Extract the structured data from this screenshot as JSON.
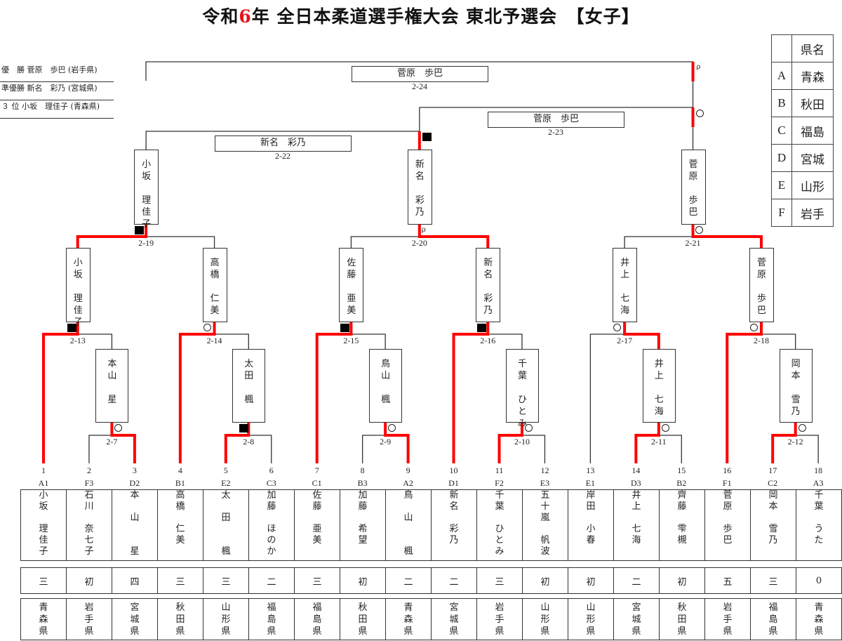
{
  "title": {
    "prefix": "令和",
    "year": "6",
    "suffix": "年 全日本柔道選手権大会 東北予選会　【女子】"
  },
  "results": [
    {
      "rank": "優　勝",
      "name": "菅原　歩巴",
      "pref": "(岩手県)"
    },
    {
      "rank": "準優勝",
      "name": "新名　彩乃",
      "pref": "(宮城県)"
    },
    {
      "rank": "３ 位",
      "name": "小坂　理佳子",
      "pref": "(青森県)"
    }
  ],
  "legend": {
    "header": "県名",
    "rows": [
      {
        "code": "A",
        "pref": "青森"
      },
      {
        "code": "B",
        "pref": "秋田"
      },
      {
        "code": "C",
        "pref": "福島"
      },
      {
        "code": "D",
        "pref": "宮城"
      },
      {
        "code": "E",
        "pref": "山形"
      },
      {
        "code": "F",
        "pref": "岩手"
      }
    ]
  },
  "colors": {
    "win_line": "#ff0000",
    "line": "#333333",
    "title_accent": "#e8141b"
  },
  "competitors": [
    {
      "no": "1",
      "code": "A1",
      "name": [
        "小",
        "坂",
        "",
        "理",
        "佳",
        "子"
      ],
      "grade": "三",
      "pref": [
        "青",
        "森",
        "県"
      ]
    },
    {
      "no": "2",
      "code": "F3",
      "name": [
        "石",
        "川",
        "",
        "奈",
        "七",
        "子"
      ],
      "grade": "初",
      "pref": [
        "岩",
        "手",
        "県"
      ]
    },
    {
      "no": "3",
      "code": "D2",
      "name": [
        "本",
        "",
        "山",
        "",
        "",
        "星"
      ],
      "grade": "四",
      "pref": [
        "宮",
        "城",
        "県"
      ]
    },
    {
      "no": "4",
      "code": "B1",
      "name": [
        "高",
        "橋",
        "",
        "仁",
        "美"
      ],
      "grade": "三",
      "pref": [
        "秋",
        "田",
        "県"
      ]
    },
    {
      "no": "5",
      "code": "E2",
      "name": [
        "太",
        "",
        "田",
        "",
        "",
        "楓"
      ],
      "grade": "三",
      "pref": [
        "山",
        "形",
        "県"
      ]
    },
    {
      "no": "6",
      "code": "C3",
      "name": [
        "加",
        "藤",
        "",
        "ほ",
        "の",
        "か"
      ],
      "grade": "二",
      "pref": [
        "福",
        "島",
        "県"
      ]
    },
    {
      "no": "7",
      "code": "C1",
      "name": [
        "佐",
        "藤",
        "",
        "亜",
        "美"
      ],
      "grade": "三",
      "pref": [
        "福",
        "島",
        "県"
      ]
    },
    {
      "no": "8",
      "code": "B3",
      "name": [
        "加",
        "藤",
        "",
        "希",
        "望"
      ],
      "grade": "初",
      "pref": [
        "秋",
        "田",
        "県"
      ]
    },
    {
      "no": "9",
      "code": "A2",
      "name": [
        "鳥",
        "",
        "山",
        "",
        "",
        "楓"
      ],
      "grade": "二",
      "pref": [
        "青",
        "森",
        "県"
      ]
    },
    {
      "no": "10",
      "code": "D1",
      "name": [
        "新",
        "名",
        "",
        "彩",
        "乃"
      ],
      "grade": "二",
      "pref": [
        "宮",
        "城",
        "県"
      ]
    },
    {
      "no": "11",
      "code": "F2",
      "name": [
        "千",
        "葉",
        "",
        "ひ",
        "と",
        "み"
      ],
      "grade": "三",
      "pref": [
        "岩",
        "手",
        "県"
      ]
    },
    {
      "no": "12",
      "code": "E3",
      "name": [
        "五",
        "十",
        "嵐",
        "",
        "帆",
        "波"
      ],
      "grade": "初",
      "pref": [
        "山",
        "形",
        "県"
      ]
    },
    {
      "no": "13",
      "code": "E1",
      "name": [
        "岸",
        "田",
        "",
        "小",
        "春"
      ],
      "grade": "初",
      "pref": [
        "山",
        "形",
        "県"
      ]
    },
    {
      "no": "14",
      "code": "D3",
      "name": [
        "井",
        "上",
        "",
        "七",
        "海"
      ],
      "grade": "二",
      "pref": [
        "宮",
        "城",
        "県"
      ]
    },
    {
      "no": "15",
      "code": "B2",
      "name": [
        "齊",
        "藤",
        "",
        "雫",
        "槻"
      ],
      "grade": "初",
      "pref": [
        "秋",
        "田",
        "県"
      ]
    },
    {
      "no": "16",
      "code": "F1",
      "name": [
        "菅",
        "原",
        "",
        "歩",
        "巴"
      ],
      "grade": "五",
      "pref": [
        "岩",
        "手",
        "県"
      ]
    },
    {
      "no": "17",
      "code": "C2",
      "name": [
        "岡",
        "本",
        "",
        "雪",
        "乃"
      ],
      "grade": "三",
      "pref": [
        "福",
        "島",
        "県"
      ]
    },
    {
      "no": "18",
      "code": "A3",
      "name": [
        "千",
        "葉",
        "",
        "う",
        "た"
      ],
      "grade": "0",
      "pref": [
        "青",
        "森",
        "県"
      ]
    }
  ],
  "matches": [
    {
      "id": "2-7",
      "winner": [
        "本",
        "山",
        "",
        "星"
      ],
      "mark": "○"
    },
    {
      "id": "2-8",
      "winner": [
        "太",
        "田",
        "",
        "楓"
      ],
      "mark": "■"
    },
    {
      "id": "2-9",
      "winner": [
        "鳥",
        "山",
        "",
        "楓"
      ],
      "mark": "○"
    },
    {
      "id": "2-10",
      "winner": [
        "千",
        "葉",
        "",
        "ひ",
        "と",
        "み"
      ],
      "mark": "○"
    },
    {
      "id": "2-11",
      "winner": [
        "井",
        "上",
        "",
        "七",
        "海"
      ],
      "mark": "○"
    },
    {
      "id": "2-12",
      "winner": [
        "岡",
        "本",
        "",
        "雪",
        "乃"
      ],
      "mark": "○"
    },
    {
      "id": "2-13",
      "winner": [
        "小",
        "坂",
        "",
        "理",
        "佳",
        "子"
      ],
      "mark": "■"
    },
    {
      "id": "2-14",
      "winner": [
        "高",
        "橋",
        "",
        "仁",
        "美"
      ],
      "mark": "○"
    },
    {
      "id": "2-15",
      "winner": [
        "佐",
        "藤",
        "",
        "亜",
        "美"
      ],
      "mark": "■"
    },
    {
      "id": "2-16",
      "winner": [
        "新",
        "名",
        "",
        "彩",
        "乃"
      ],
      "mark": "■"
    },
    {
      "id": "2-17",
      "winner": [
        "井",
        "上",
        "",
        "七",
        "海"
      ],
      "mark": "○"
    },
    {
      "id": "2-18",
      "winner": [
        "菅",
        "原",
        "",
        "歩",
        "巴"
      ],
      "mark": "○"
    },
    {
      "id": "2-19",
      "winner": [
        "小",
        "坂",
        "",
        "理",
        "佳",
        "子"
      ],
      "mark": "■"
    },
    {
      "id": "2-20",
      "winner": [
        "新",
        "名",
        "",
        "彩",
        "乃"
      ],
      "mark": "ρ"
    },
    {
      "id": "2-21",
      "winner": [
        "菅",
        "原",
        "",
        "歩",
        "巴"
      ],
      "mark": "○"
    },
    {
      "id": "2-22",
      "winner": "新名　彩乃",
      "mark": "■"
    },
    {
      "id": "2-23",
      "winner": "菅原　歩巴",
      "mark": "○"
    },
    {
      "id": "2-24",
      "winner": "菅原　歩巴",
      "mark": "ρ"
    }
  ]
}
